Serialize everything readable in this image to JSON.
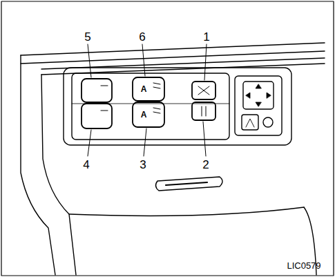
{
  "diagram": {
    "labels": [
      "5",
      "6",
      "1",
      "4",
      "3",
      "2",
      "A",
      "A",
      "LIC0579"
    ]
  }
}
